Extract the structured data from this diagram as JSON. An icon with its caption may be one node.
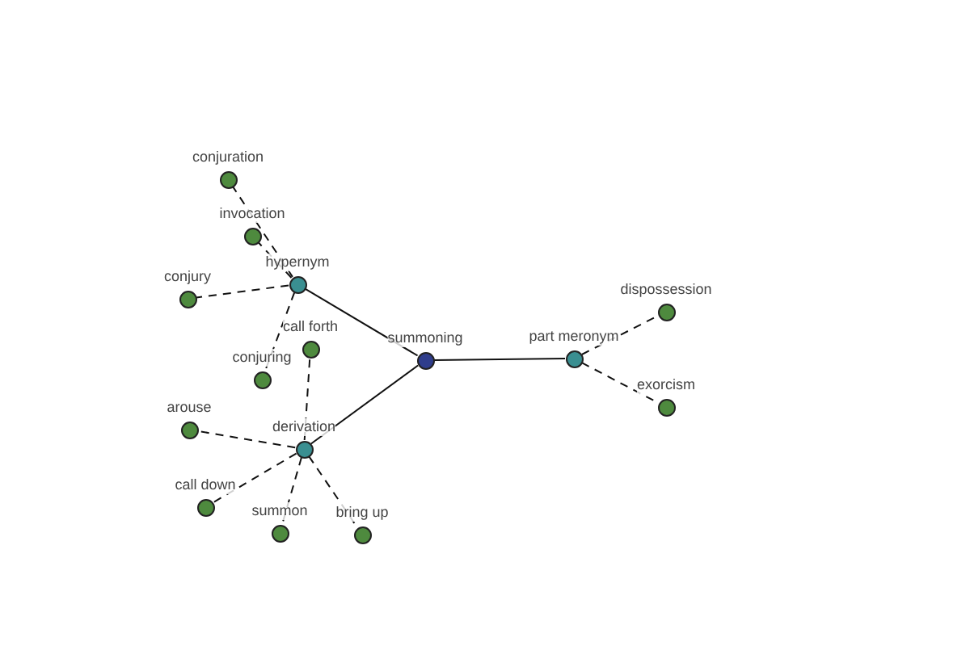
{
  "diagram": {
    "nodes": [
      {
        "text": [],
        "shape": "circle",
        "beside": [
          "summoning"
        ]
      },
      {
        "text": [],
        "shape": "circle",
        "beside": [
          "hypernym"
        ]
      },
      {
        "text": [],
        "shape": "circle",
        "beside": [
          "derivation"
        ]
      },
      {
        "text": [],
        "shape": "circle",
        "beside": [
          "part meronym"
        ]
      },
      {
        "text": [],
        "shape": "circle",
        "beside": [
          "conjuration"
        ]
      },
      {
        "text": [],
        "shape": "circle",
        "beside": [
          "invocation"
        ]
      },
      {
        "text": [],
        "shape": "circle",
        "beside": [
          "conjury"
        ]
      },
      {
        "text": [],
        "shape": "circle",
        "beside": [
          "call forth"
        ]
      },
      {
        "text": [],
        "shape": "circle",
        "beside": [
          "conjuring"
        ]
      },
      {
        "text": [],
        "shape": "circle",
        "beside": [
          "arouse"
        ]
      },
      {
        "text": [],
        "shape": "circle",
        "beside": [
          "call down"
        ]
      },
      {
        "text": [],
        "shape": "circle",
        "beside": [
          "summon"
        ]
      },
      {
        "text": [],
        "shape": "circle",
        "beside": [
          "bring up"
        ]
      },
      {
        "text": [],
        "shape": "circle",
        "beside": [
          "dispossession"
        ]
      },
      {
        "text": [],
        "shape": "circle",
        "beside": [
          "exorcism"
        ]
      }
    ],
    "edges": [
      {
        "from": 0,
        "to": 1,
        "arrow": "none"
      },
      {
        "from": 0,
        "to": 2,
        "arrow": "none"
      },
      {
        "from": 0,
        "to": 3,
        "arrow": "none"
      },
      {
        "from": 1,
        "to": 4,
        "arrow": "none",
        "style": "dashed"
      },
      {
        "from": 1,
        "to": 5,
        "arrow": "none",
        "style": "dashed"
      },
      {
        "from": 1,
        "to": 6,
        "arrow": "none",
        "style": "dashed"
      },
      {
        "from": 1,
        "to": 8,
        "arrow": "none",
        "style": "dashed"
      },
      {
        "from": 2,
        "to": 7,
        "arrow": "none",
        "style": "dashed"
      },
      {
        "from": 2,
        "to": 9,
        "arrow": "none",
        "style": "dashed"
      },
      {
        "from": 2,
        "to": 10,
        "arrow": "none",
        "style": "dashed"
      },
      {
        "from": 2,
        "to": 11,
        "arrow": "none",
        "style": "dashed"
      },
      {
        "from": 2,
        "to": 12,
        "arrow": "none",
        "style": "dashed"
      },
      {
        "from": 3,
        "to": 13,
        "arrow": "none",
        "style": "dashed"
      },
      {
        "from": 3,
        "to": 14,
        "arrow": "none",
        "style": "dashed"
      }
    ]
  }
}
